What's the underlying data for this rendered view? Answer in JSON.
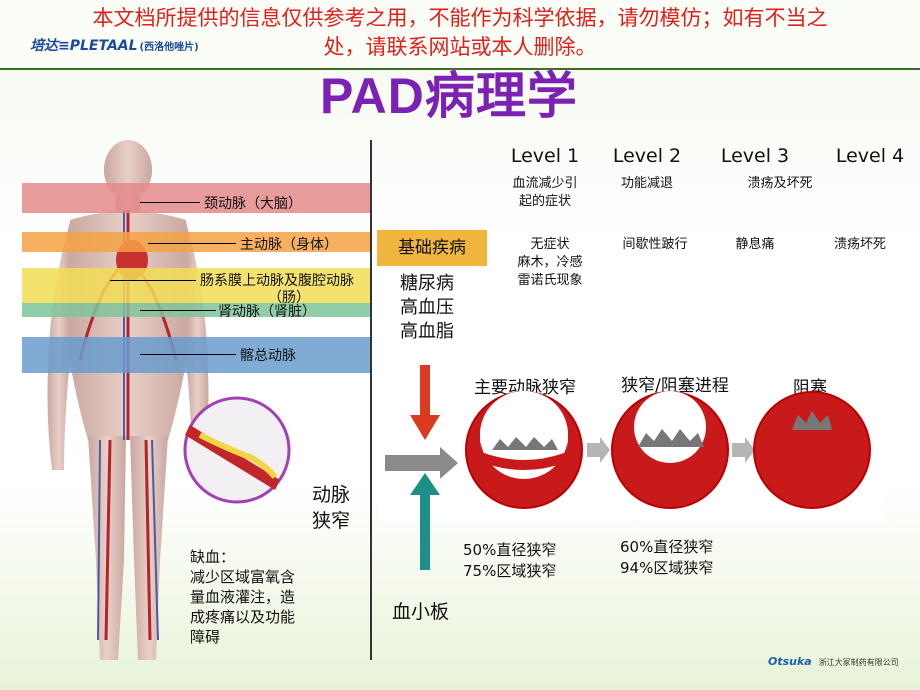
{
  "notice": {
    "line1": "本文档所提供的信息仅供参考之用，不能作为科学依据，请勿模仿；如有不当之",
    "line2": "处，请联系网站或本人删除。"
  },
  "logo": {
    "brand": "培达≡PLETAAL",
    "sub": "(西洛他唑片)"
  },
  "title": "PAD病理学",
  "arteries": [
    {
      "label": "颈动脉（大脑）",
      "color": "#e57373"
    },
    {
      "label": "主动脉（身体）",
      "color": "#f5a243"
    },
    {
      "label": "肠系膜上动脉及腹腔动脉",
      "sub": "（肠）",
      "color": "#f2dd56"
    },
    {
      "label": "肾动脉（肾脏）",
      "color": "#7fc49a"
    },
    {
      "label": "髂总动脉",
      "color": "#6a9ccd"
    }
  ],
  "stenosis_label": {
    "line1": "动脉",
    "line2": "狭窄"
  },
  "ischemia": {
    "title": "缺血：",
    "lines": [
      "减少区域富氧含",
      "量血液灌注，造",
      "成疼痛以及功能",
      "障碍"
    ]
  },
  "levels": [
    "Level 1",
    "Level 2",
    "Level 3",
    "Level 4"
  ],
  "level_desc": {
    "l1": [
      "血流减少引",
      "起的症状"
    ],
    "l2": "功能减退",
    "l34": "溃疡及坏死"
  },
  "base_disease": "基础疾病",
  "symptoms": {
    "l1": [
      "无症状",
      "麻木，冷感",
      "雷诺氏现象"
    ],
    "l2": "间歇性跛行",
    "l3": "静息痛",
    "l4": "溃疡坏死"
  },
  "diseases": [
    "糖尿病",
    "高血压",
    "高血脂"
  ],
  "stages": [
    "主要动脉狭窄",
    "狭窄/阻塞进程",
    "阻塞"
  ],
  "pct1": [
    "50%直径狭窄",
    "75%区域狭窄"
  ],
  "pct2": [
    "60%直径狭窄",
    "94%区域狭窄"
  ],
  "platelet": "血小板",
  "footer": {
    "brand": "Otsuka",
    "company": "浙江大冢制药有限公司"
  }
}
